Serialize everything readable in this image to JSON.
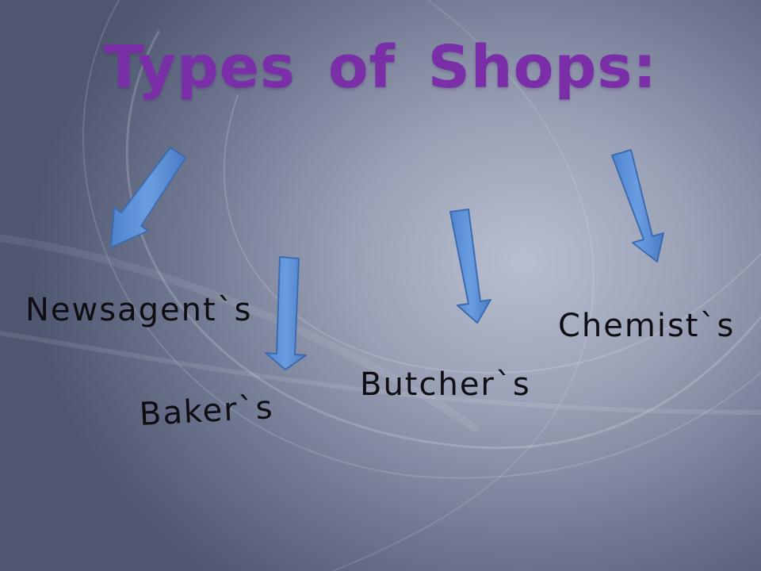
{
  "title": "Types  of  Shops:",
  "shops": [
    "Newsagent`s",
    "Baker`s",
    "Butcher`s",
    "Chemist`s"
  ],
  "colors": {
    "title": "#7a2fa8",
    "arrow_fill": "#5b8fd6",
    "arrow_stroke": "#3d6bb0",
    "label_text": "#0d0d12"
  }
}
